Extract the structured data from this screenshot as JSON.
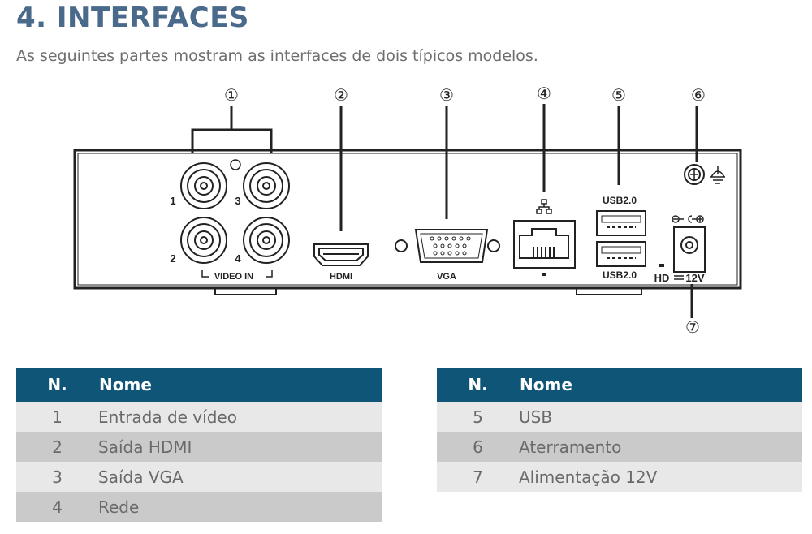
{
  "heading": "4. INTERFACES",
  "subtitle": "As seguintes partes mostram as interfaces de dois típicos modelos.",
  "diagram": {
    "callouts": [
      "①",
      "②",
      "③",
      "④",
      "⑤",
      "⑥",
      "⑦"
    ],
    "bnc_numbers": [
      "1",
      "2",
      "3",
      "4"
    ],
    "video_in": "VIDEO IN",
    "hdmi": "HDMI",
    "vga": "VGA",
    "usb_top": "USB2.0",
    "usb_bottom": "USB2.0",
    "hd": "HD",
    "power": "12V"
  },
  "tables": {
    "header": {
      "n": "N.",
      "name": "Nome"
    },
    "left": [
      {
        "n": "1",
        "name": "Entrada de vídeo"
      },
      {
        "n": "2",
        "name": "Saída HDMI"
      },
      {
        "n": "3",
        "name": "Saída VGA"
      },
      {
        "n": "4",
        "name": "Rede"
      }
    ],
    "right": [
      {
        "n": "5",
        "name": "USB"
      },
      {
        "n": "6",
        "name": "Aterramento"
      },
      {
        "n": "7",
        "name": "Alimentação 12V"
      }
    ]
  }
}
